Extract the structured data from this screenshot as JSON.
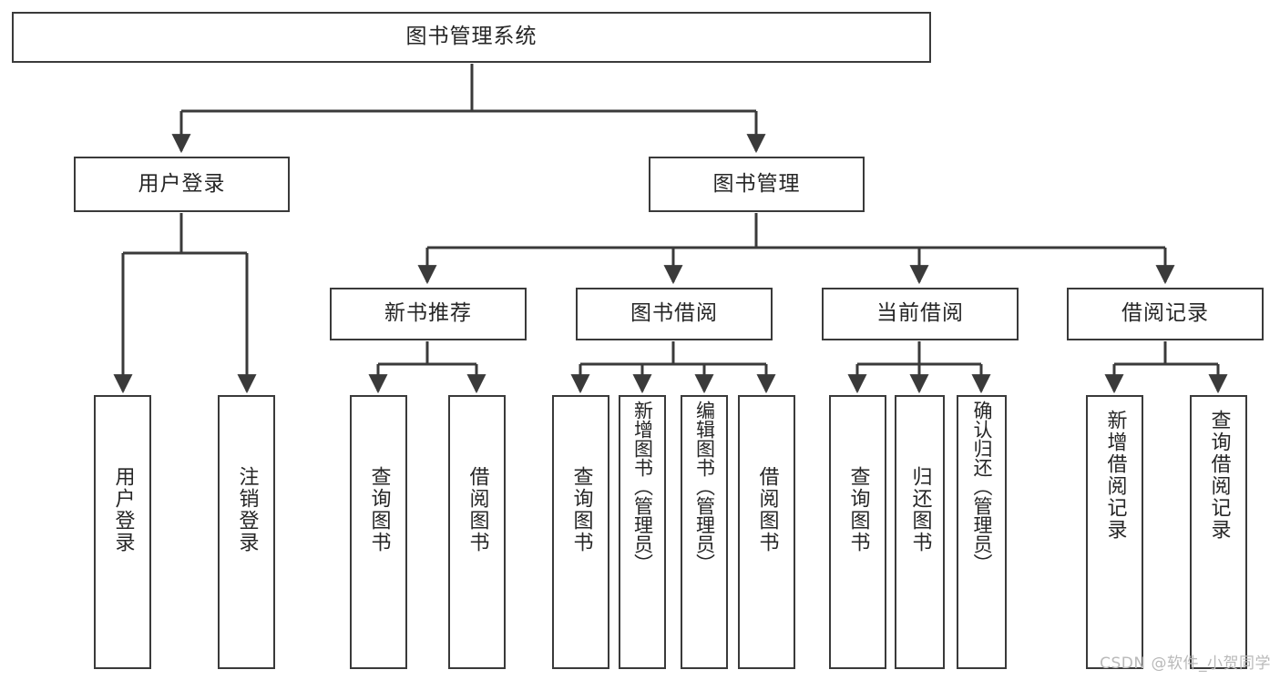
{
  "diagram": {
    "title": "图书管理系统",
    "watermark": "CSDN @软件_小贺同学",
    "line_color": "#3a3a3a",
    "text_color": "#262626",
    "background": "#ffffff"
  },
  "nodes": {
    "root": {
      "label": "图书管理系统"
    },
    "level2": [
      {
        "id": "user-login",
        "label": "用户登录"
      },
      {
        "id": "book-manage",
        "label": "图书管理"
      }
    ],
    "level3": [
      {
        "id": "new-book-recommend",
        "label": "新书推荐"
      },
      {
        "id": "book-borrow",
        "label": "图书借阅"
      },
      {
        "id": "current-borrow",
        "label": "当前借阅"
      },
      {
        "id": "borrow-record",
        "label": "借阅记录"
      }
    ],
    "leaves": {
      "user_login": [
        {
          "id": "leaf-user-login",
          "label": "用户登录"
        },
        {
          "id": "leaf-logout-login",
          "label": "注销登录"
        }
      ],
      "new_book_recommend": [
        {
          "id": "leaf-query-book-1",
          "label": "查询图书"
        },
        {
          "id": "leaf-borrow-book-1",
          "label": "借阅图书"
        }
      ],
      "book_borrow": [
        {
          "id": "leaf-query-book-2",
          "label": "查询图书"
        },
        {
          "id": "leaf-add-book",
          "label": "新增图书（管理员）"
        },
        {
          "id": "leaf-edit-book",
          "label": "编辑图书（管理员）"
        },
        {
          "id": "leaf-borrow-book-2",
          "label": "借阅图书"
        }
      ],
      "current_borrow": [
        {
          "id": "leaf-query-book-3",
          "label": "查询图书"
        },
        {
          "id": "leaf-return-book",
          "label": "归还图书"
        },
        {
          "id": "leaf-confirm-return",
          "label": "确认归还（管理员）"
        }
      ],
      "borrow_record": [
        {
          "id": "leaf-add-record",
          "label": "新增借阅记录"
        },
        {
          "id": "leaf-query-record",
          "label": "查询借阅记录"
        }
      ]
    }
  }
}
